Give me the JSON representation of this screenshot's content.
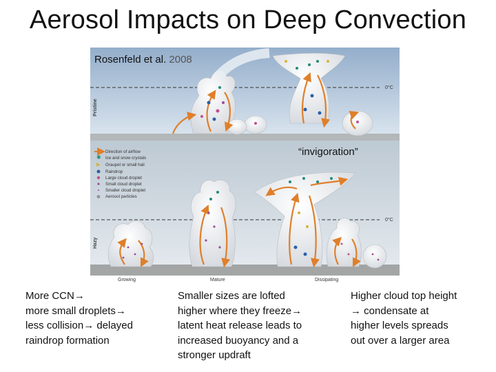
{
  "title": "Aerosol Impacts on Deep Convection",
  "figure": {
    "citation_author": "Rosenfeld et al.",
    "citation_year": "2008",
    "invigoration_label": "“invigoration”",
    "pristine_label": "Pristine",
    "hazy_label": "Hazy",
    "freezing_label_top": "0°C",
    "freezing_label_bottom": "0°C",
    "stages": [
      "Growing",
      "Mature",
      "Dissipating"
    ],
    "legend": [
      "Direction of airflow",
      "Ice and snow crystals",
      "Graupel or small hail",
      "Raindrop",
      "Large cloud droplet",
      "Small cloud droplet",
      "Smaller cloud droplet",
      "Aerosol particles"
    ],
    "colors": {
      "sky_top": "#9fb8d2",
      "sky_bottom": "#dbe6ef",
      "airflow": "#e07f2a",
      "ice": "#1f8a7a",
      "graupel": "#d6b23c",
      "raindrop": "#2c5fa8",
      "large_droplet": "#c0508f",
      "small_droplet": "#9a4a9a"
    }
  },
  "columns": [
    {
      "lines": [
        "More CCN→",
        "more small droplets→",
        "less collision→ delayed",
        "raindrop formation"
      ]
    },
    {
      "lines": [
        "Smaller sizes are lofted",
        "higher where they freeze→",
        "latent heat release leads to",
        "increased buoyancy and a",
        "stronger updraft"
      ]
    },
    {
      "lines": [
        "Higher cloud top height",
        "→ condensate at",
        "higher levels spreads",
        "out over a larger area"
      ]
    }
  ]
}
